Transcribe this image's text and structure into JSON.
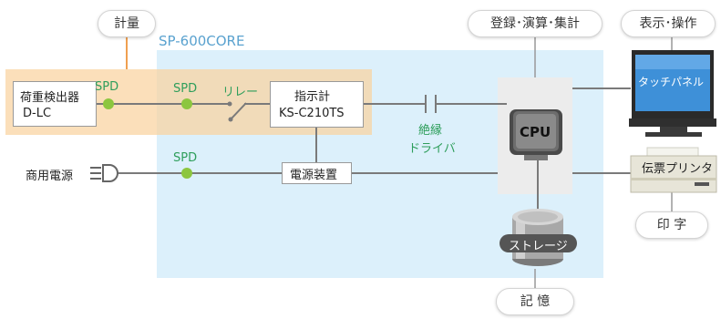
{
  "system_label": "SP-600CORE",
  "bubbles": {
    "weighing": "計量",
    "register": "登録･演算･集計",
    "display": "表示･操作",
    "print": "印 字",
    "memory": "記 憶"
  },
  "load_cell": {
    "line1": "荷重検出器",
    "line2": "D-LC"
  },
  "spd_label": "SPD",
  "relay_label": "リレー",
  "indicator": {
    "line1": "指示計",
    "line2": "KS-C210TS"
  },
  "isolation_driver": {
    "line1": "絶縁",
    "line2": "ドライバ"
  },
  "cpu_label": "CPU",
  "touch_panel_label": "タッチパネル",
  "printer_label": "伝票プリンタ",
  "storage_label": "ストレージ",
  "power_unit_label": "電源装置",
  "commercial_power_label": "商用電源",
  "colors": {
    "spd_green": "#2e9e5b",
    "label_green": "#2e9e5b",
    "core_blue": "#d9eefb",
    "weigh_orange": "#fbe0c1",
    "system_text": "#5aa2cf"
  }
}
